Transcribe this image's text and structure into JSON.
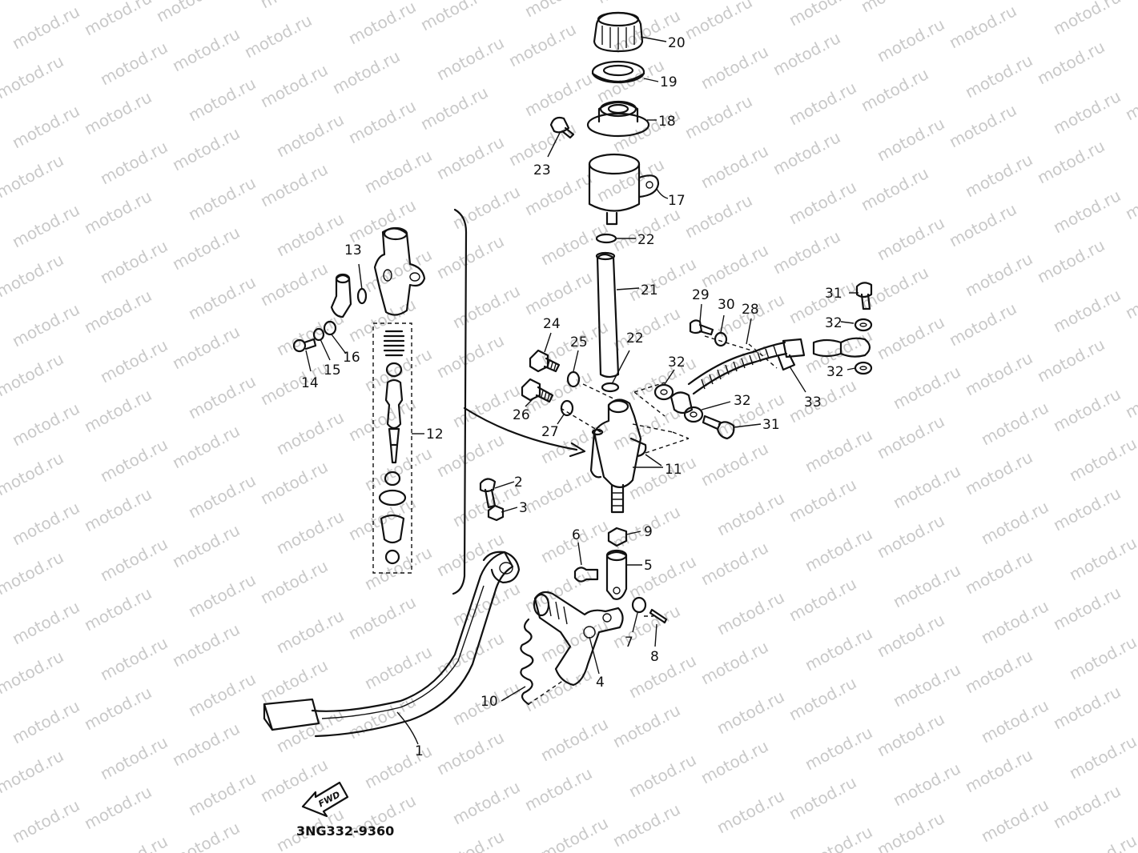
{
  "watermark": "motod.ru",
  "diagram_code": "3NG332-9360",
  "fwd_label": "FWD",
  "parts": {
    "p1": "1",
    "p2": "2",
    "p3": "3",
    "p4": "4",
    "p5": "5",
    "p6": "6",
    "p7": "7",
    "p8": "8",
    "p9": "9",
    "p10": "10",
    "p11": "11",
    "p12": "12",
    "p13": "13",
    "p14": "14",
    "p15": "15",
    "p16": "16",
    "p17": "17",
    "p18": "18",
    "p19": "19",
    "p20": "20",
    "p21": "21",
    "p22a": "22",
    "p22b": "22",
    "p23": "23",
    "p24": "24",
    "p25": "25",
    "p26": "26",
    "p27": "27",
    "p28": "28",
    "p29": "29",
    "p30": "30",
    "p31a": "31",
    "p31b": "31",
    "p32a": "32",
    "p32b": "32",
    "p32c": "32",
    "p32d": "32",
    "p33": "33"
  }
}
